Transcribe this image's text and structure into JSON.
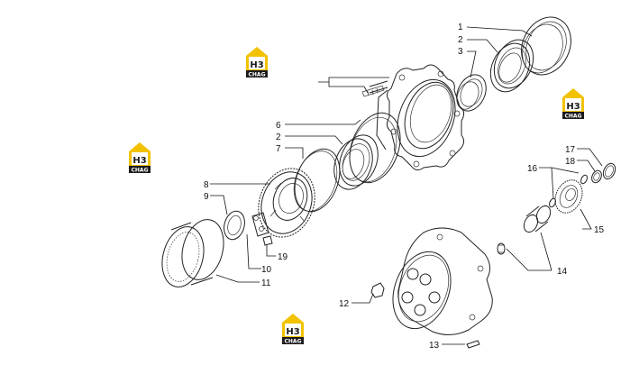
{
  "callouts": {
    "c1": "1",
    "c2a": "2",
    "c3": "3",
    "c6": "6",
    "c2b": "2",
    "c7": "7",
    "c8": "8",
    "c9": "9",
    "c10": "10",
    "c11": "11",
    "c19": "19",
    "c12": "12",
    "c13": "13",
    "c14": "14",
    "c15": "15",
    "c16": "16",
    "c17": "17",
    "c18": "18"
  },
  "watermark": {
    "letters": "H3",
    "brand": "CHAG"
  },
  "colors": {
    "logo_yellow": "#f2c200",
    "logo_dark": "#1b1b1b",
    "line": "#222222"
  }
}
